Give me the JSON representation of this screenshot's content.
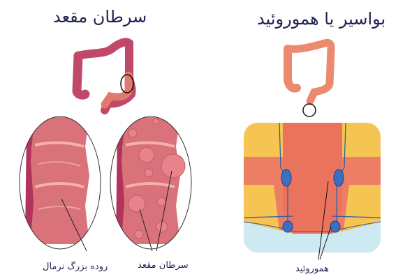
{
  "left_panel": {
    "title": "سرطان مقعد",
    "labels": {
      "normal_colon": "روده بزرگ نرمال",
      "rectal_cancer": "سرطان مقعد"
    }
  },
  "right_panel": {
    "title": "بواسیر یا هموروئید",
    "labels": {
      "hemorrhoid": "هموروئید"
    }
  },
  "colors": {
    "title_text": "#1f2150",
    "colon_dark": "#c0496a",
    "colon_light": "#e8806f",
    "tissue": "#d9727a",
    "fat": "#f5c452",
    "vein": "#2f5aa6",
    "skin_bottom": "#cde9f2"
  }
}
